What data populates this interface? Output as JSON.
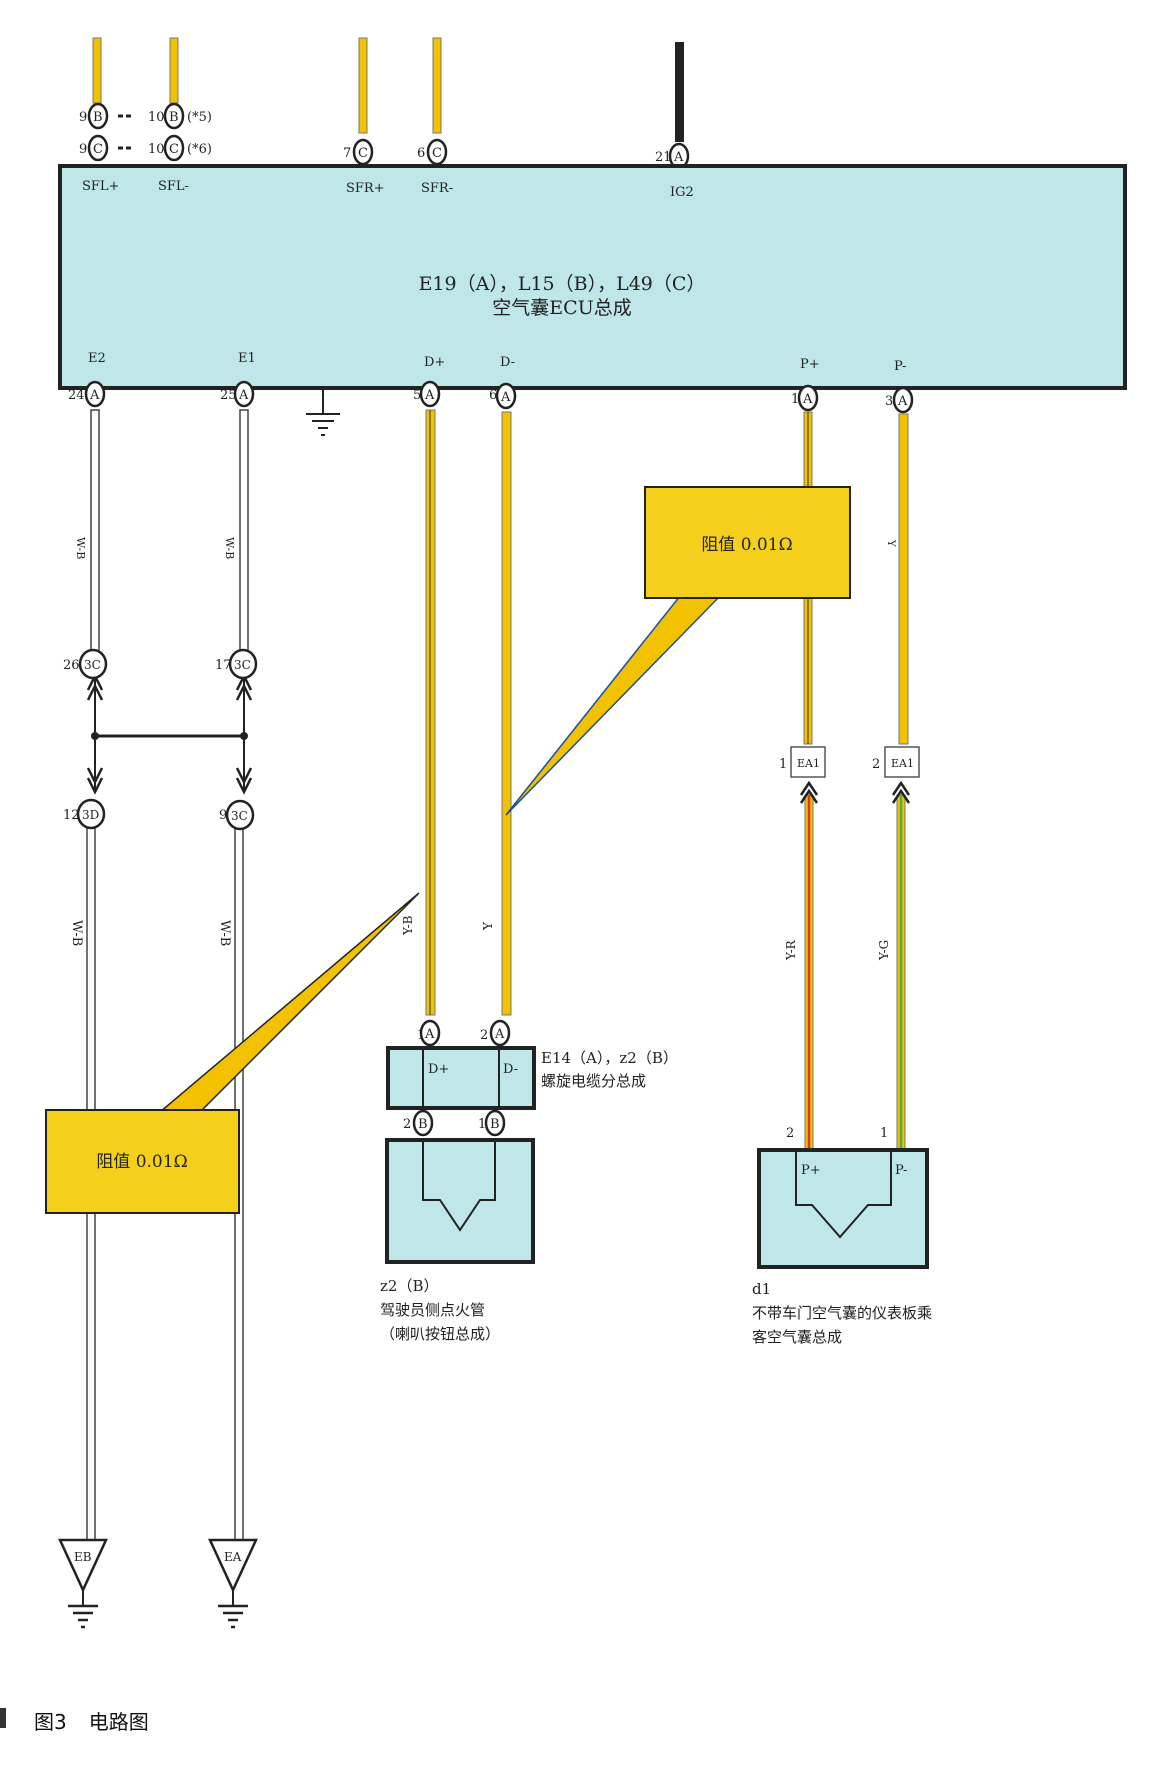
{
  "ecu": {
    "title_line1": "E19（A），L15（B），L49（C）",
    "title_line2": "空气囊ECU总成",
    "top_pins": {
      "sfl_plus": "SFL+",
      "sfl_minus": "SFL-",
      "sfr_plus": "SFR+",
      "sfr_minus": "SFR-",
      "ig2": "IG2"
    },
    "bottom_pins": {
      "e2": "E2",
      "e1": "E1",
      "d_plus": "D+",
      "d_minus": "D-",
      "p_plus": "P+",
      "p_minus": "P-"
    }
  },
  "top_connectors": {
    "sfl_plus_b": {
      "num": "9",
      "letter": "B"
    },
    "sfl_plus_c": {
      "num": "9",
      "letter": "C"
    },
    "sfl_minus_b": {
      "num": "10",
      "letter": "B",
      "note": "(*5)"
    },
    "sfl_minus_c": {
      "num": "10",
      "letter": "C",
      "note": "(*6)"
    },
    "sfr_plus": {
      "num": "7",
      "letter": "C"
    },
    "sfr_minus": {
      "num": "6",
      "letter": "C"
    },
    "ig2": {
      "num": "21",
      "letter": "A"
    }
  },
  "bottom_connectors": {
    "e2": {
      "num": "24",
      "letter": "A"
    },
    "e1": {
      "num": "25",
      "letter": "A"
    },
    "d_plus": {
      "num": "5",
      "letter": "A"
    },
    "d_minus": {
      "num": "6",
      "letter": "A"
    },
    "p_plus": {
      "num": "1",
      "letter": "A"
    },
    "p_minus": {
      "num": "3",
      "letter": "A"
    }
  },
  "junctions": {
    "left_upper": {
      "num": "26",
      "letter": "3C"
    },
    "right_upper": {
      "num": "17",
      "letter": "3C"
    },
    "left_lower": {
      "num": "12",
      "letter": "3D"
    },
    "right_lower": {
      "num": "9",
      "letter": "3C"
    }
  },
  "wire_colors_text": {
    "left_upper": "W-B",
    "right_upper": "W-B",
    "left_lower": "W-B",
    "right_lower": "W-B",
    "d_plus": "Y-B",
    "d_minus": "Y",
    "p_minus_upper": "Y",
    "p_plus_lower": "Y-R",
    "p_minus_lower": "Y-G"
  },
  "callouts": {
    "upper": "阻值 0.01Ω",
    "lower": "阻值 0.01Ω"
  },
  "spiral_cable": {
    "title_line1": "E14（A），z2（B）",
    "title_line2": "螺旋电缆分总成",
    "pin_top_left": {
      "num": "1",
      "letter": "A"
    },
    "pin_top_right": {
      "num": "2",
      "letter": "A"
    },
    "pin_bottom_left": {
      "num": "2",
      "letter": "B"
    },
    "pin_bottom_right": {
      "num": "1",
      "letter": "B"
    },
    "inner_left": "D+",
    "inner_right": "D-"
  },
  "driver_squib": {
    "line1": "z2（B）",
    "line2": "驾驶员侧点火管",
    "line3": "（喇叭按钮总成）"
  },
  "passenger_airbag": {
    "line1": "d1",
    "line2": "不带车门空气囊的仪表板乘",
    "line3": "客空气囊总成",
    "inner_left": "P+",
    "inner_right": "P-",
    "pin_left": "2",
    "pin_right": "1"
  },
  "inline_connectors": {
    "left": {
      "num": "1",
      "label": "EA1"
    },
    "right": {
      "num": "2",
      "label": "EA1"
    }
  },
  "grounds": {
    "left": "EB",
    "right": "EA"
  },
  "caption": {
    "figure": "图3",
    "title": "电路图"
  },
  "colors": {
    "ecu_fill": "#bfe6e9",
    "yellow_wire": "#f2c200",
    "callout_fill": "#f4cf1c",
    "red_stripe": "#e0332e",
    "green_stripe": "#4caf50",
    "black_wire": "#222222"
  }
}
